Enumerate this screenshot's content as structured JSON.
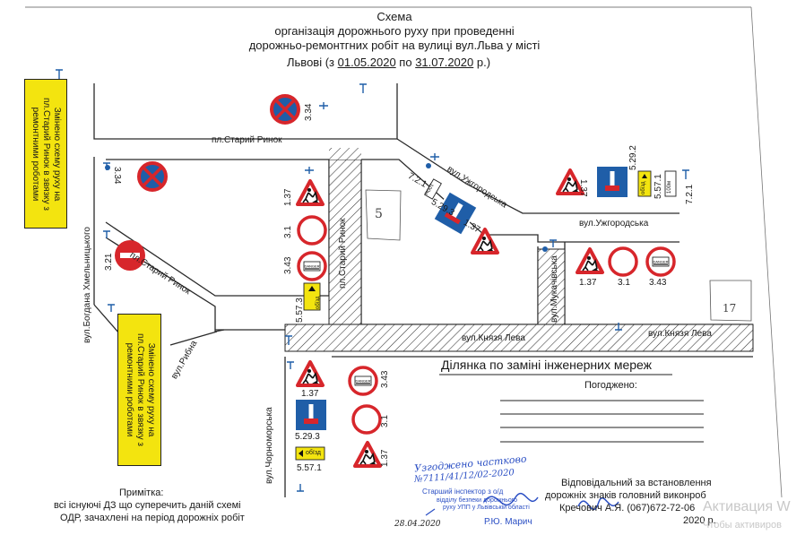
{
  "title": {
    "line1": "Схема",
    "line2": "організація дорожнього руху при проведенні",
    "line3": "дорожньо-ремонтгних робіт на вулиці вул.Льва у місті",
    "line4_prefix": "Львові (з ",
    "date_from": "01.05.2020",
    "line4_mid": " по ",
    "date_to": "31.07.2020",
    "line4_suffix": " р.)"
  },
  "notes": {
    "left_top": "Змінено схему руху на\nпл.Старий Ринок в звязку з\nремонтними роботами",
    "left_bottom": "Змінено схему руху на\nпл.Старий Ринок в звязку з\nремонтними роботами"
  },
  "streets": {
    "stary_rynok_top": "пл.Старий Ринок",
    "stary_rynok_diag": "пл.Старий Ринок",
    "stary_rynok_vert": "пл.Старий Ринок",
    "khmelnytskoho": "вул.Богдана Хмельницького",
    "rybna": "вул.Рибна",
    "chornomorska": "вул.Чорноморська",
    "uzhhorodska_diag": "вул.Ужгородська",
    "uzhhorodska": "вул.Ужгородська",
    "mukachivska": "вул.Мукачівська",
    "kniazia_lva_1": "вул.Князя Лева",
    "kniazia_lva_2": "вул.Князя Лева"
  },
  "section_label": "Ділянка по заміні інженерних мереж",
  "sign_codes": {
    "s334_top": "3.34",
    "s334_left": "3.34",
    "s321": "3.21",
    "s137_a": "1.37",
    "s31_a": "3.1",
    "s343_a": "3.43",
    "s573": "5.57.3",
    "s5293_diag": "5.29.3",
    "s721_diag": "7.2.1",
    "s137_diag": "1.37",
    "s137_right": "1.37",
    "s5292": "5.29.2",
    "s5571_right": "5.57.1",
    "s721_right": "7.2.1",
    "s137_b": "1.37",
    "s31_b": "3.1",
    "s343_b": "3.43",
    "s137_c": "1.37",
    "s5293": "5.29.3",
    "s5571": "5.57.1",
    "s343_c": "3.43",
    "s31_c": "3.1",
    "s137_d": "1.37"
  },
  "sign_texts": {
    "detour": "обїзд",
    "danger": "DANGER",
    "distance": "100м"
  },
  "handwritten": {
    "num5": "5",
    "num17": "17"
  },
  "approved_label": "Погоджено:",
  "note": {
    "heading": "Примітка:",
    "line1": "всі існуючі ДЗ що суперечить даній схемі",
    "line2": "ОДР, зачахлені на період дорожніх робіт"
  },
  "stamp": {
    "line1": "Узгоджено частково",
    "line2": "№7111/41/12/02-2020",
    "line3": "Старший інспектор з о/д",
    "line4": "відділу безпеки дорожнього",
    "line5": "руху УПП у Львівській області",
    "name": "Р.Ю. Марич",
    "date": "28.04.2020"
  },
  "responsible": {
    "line1": "Відповідальний за встановлення",
    "line2": "дорожніх знаків  головний виконроб",
    "line3": "Кречович А.Я. (067)672-72-06",
    "line4": "2020 р."
  },
  "watermark": {
    "line1": "Активация W",
    "line2": "Чтобы активиров"
  },
  "colors": {
    "note_yellow": "#f3e40f",
    "sign_red": "#d7262b",
    "sign_blue": "#1f5ea8",
    "stamp_blue": "#2b4fc4"
  }
}
